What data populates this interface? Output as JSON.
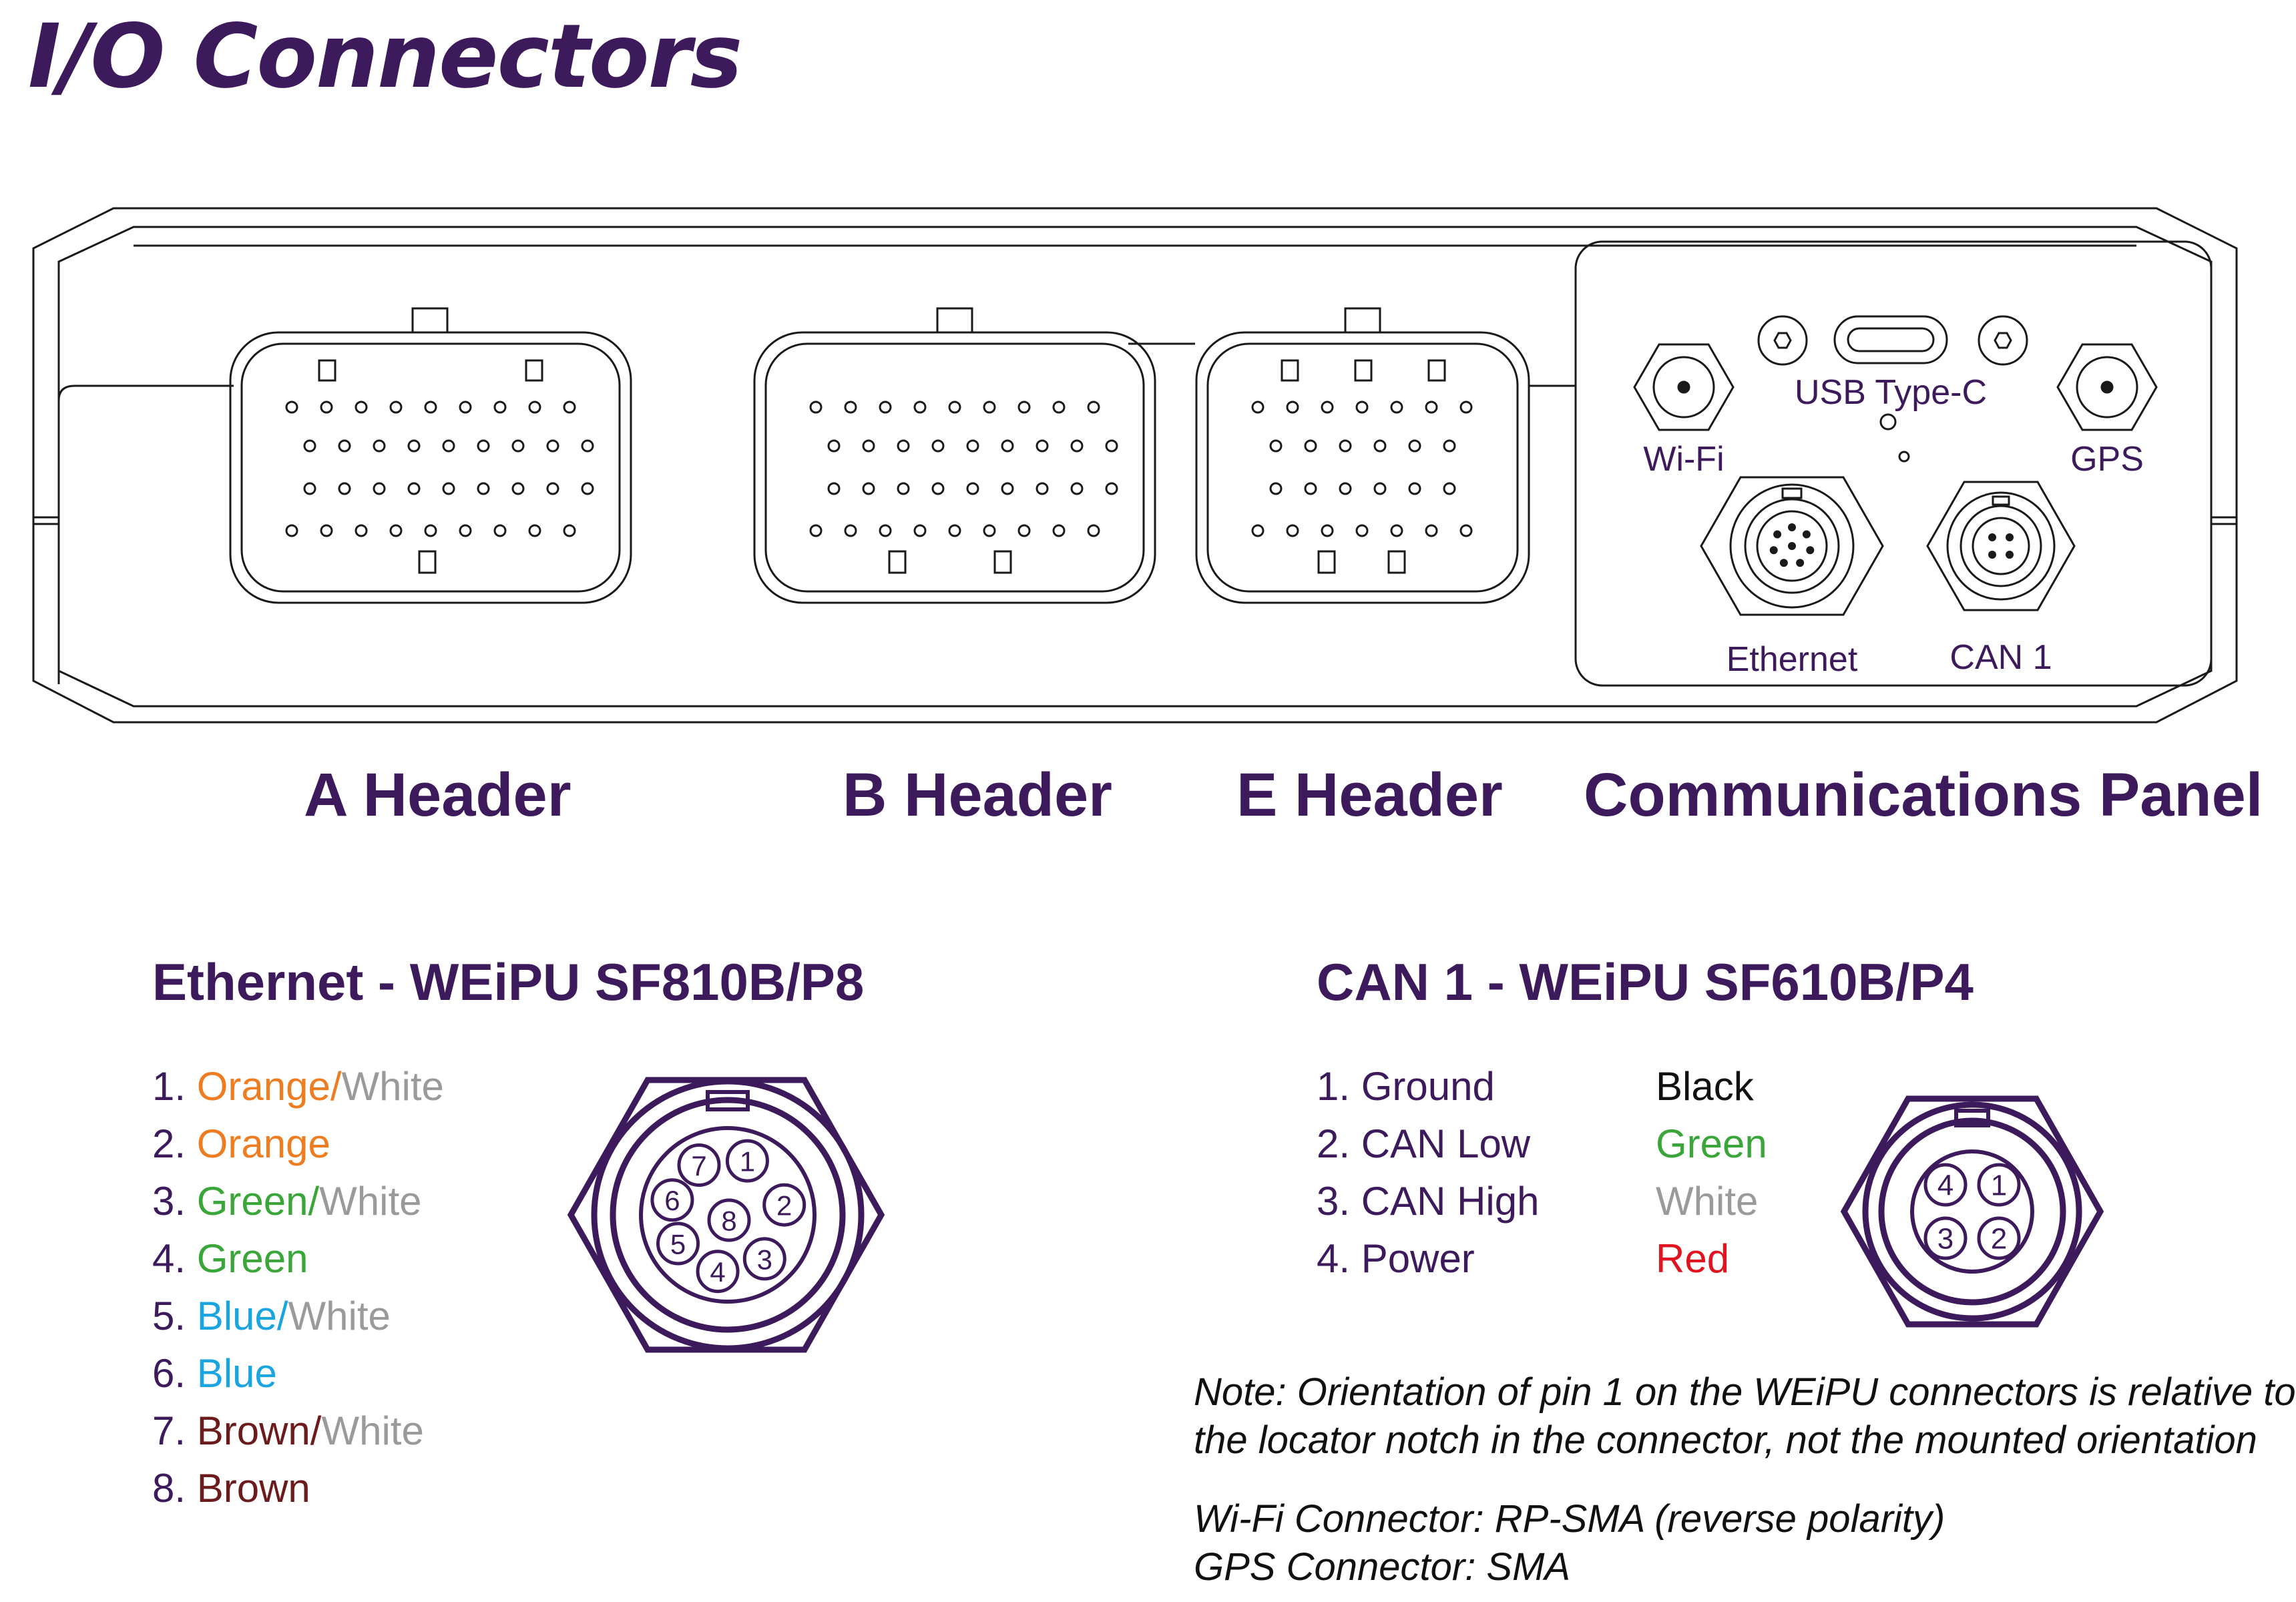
{
  "title": "I/O Connectors",
  "device": {
    "labels": {
      "wifi": "Wi-Fi",
      "usb": "USB Type-C",
      "gps": "GPS",
      "ethernet": "Ethernet",
      "can1": "CAN 1"
    }
  },
  "sections": {
    "a_header": "A Header",
    "b_header": "B Header",
    "e_header": "E Header",
    "comms_panel": "Communications Panel"
  },
  "ethernet": {
    "title": "Ethernet - WEiPU SF810B/P8",
    "pins": [
      {
        "num": "1.",
        "parts": [
          {
            "text": "Orange",
            "color": "orange"
          },
          {
            "text": "/",
            "color": "orange"
          },
          {
            "text": "White",
            "color": "white"
          }
        ]
      },
      {
        "num": "2.",
        "parts": [
          {
            "text": "Orange",
            "color": "orange"
          }
        ]
      },
      {
        "num": "3.",
        "parts": [
          {
            "text": "Green",
            "color": "green"
          },
          {
            "text": "/",
            "color": "green"
          },
          {
            "text": "White",
            "color": "white"
          }
        ]
      },
      {
        "num": "4.",
        "parts": [
          {
            "text": "Green",
            "color": "green"
          }
        ]
      },
      {
        "num": "5.",
        "parts": [
          {
            "text": "Blue",
            "color": "blue"
          },
          {
            "text": "/",
            "color": "blue"
          },
          {
            "text": "White",
            "color": "white"
          }
        ]
      },
      {
        "num": "6.",
        "parts": [
          {
            "text": "Blue",
            "color": "blue"
          }
        ]
      },
      {
        "num": "7.",
        "parts": [
          {
            "text": "Brown",
            "color": "brown"
          },
          {
            "text": "/",
            "color": "brown"
          },
          {
            "text": "White",
            "color": "white"
          }
        ]
      },
      {
        "num": "8.",
        "parts": [
          {
            "text": "Brown",
            "color": "brown"
          }
        ]
      }
    ],
    "diagram_pins": [
      "1",
      "2",
      "3",
      "4",
      "5",
      "6",
      "7",
      "8"
    ]
  },
  "can1": {
    "title": "CAN 1 - WEiPU SF610B/P4",
    "pins": [
      {
        "num": "1.",
        "signal": "Ground",
        "wire": "Black",
        "color": "black"
      },
      {
        "num": "2.",
        "signal": "CAN Low",
        "wire": "Green",
        "color": "green"
      },
      {
        "num": "3.",
        "signal": "CAN High",
        "wire": "White",
        "color": "white"
      },
      {
        "num": "4.",
        "signal": "Power",
        "wire": "Red",
        "color": "red"
      }
    ],
    "diagram_pins": [
      "1",
      "2",
      "3",
      "4"
    ]
  },
  "notes": {
    "orientation_line1": "Note: Orientation of pin 1 on the WEiPU connectors is relative to",
    "orientation_line2": "the locator notch in the connector, not the mounted orientation",
    "wifi_connector": "Wi-Fi Connector: RP-SMA (reverse polarity)",
    "gps_connector": "GPS  Connector: SMA"
  },
  "colors": {
    "purple": "#3d1a5b",
    "outline": "#1a1a1a",
    "orange": "#ee7d21",
    "white": "#9a9a9a",
    "green": "#3aa63a",
    "blue": "#1aa4e0",
    "brown": "#6b1b1b",
    "black": "#111111",
    "red": "#e0141e"
  }
}
